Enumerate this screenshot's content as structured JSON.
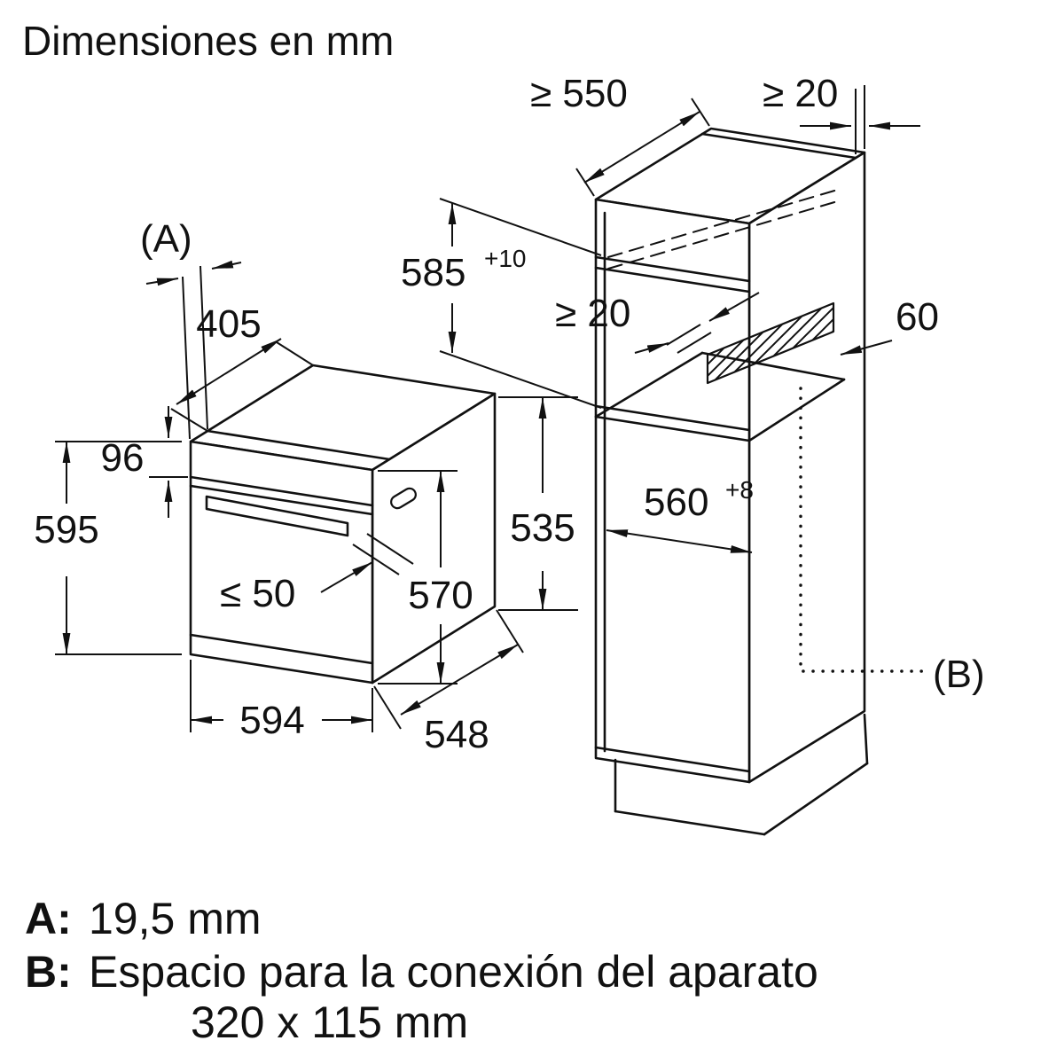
{
  "title": "Dimensiones en mm",
  "oven": {
    "marker_a": "(A)",
    "dims": {
      "top_depth": "405",
      "panel_height": "96",
      "height": "595",
      "handle_gap": "≤ 50",
      "door_height": "570",
      "body_height": "535",
      "width": "594",
      "body_depth": "548"
    }
  },
  "cabinet": {
    "marker_b": "(B)",
    "dims": {
      "min_depth": "≥ 550",
      "rear_gap_top": "≥ 20",
      "niche_height": "585",
      "niche_height_tol": "+10",
      "rear_gap_mid": "≥ 20",
      "vent_depth": "60",
      "niche_width": "560",
      "niche_width_tol": "+8"
    }
  },
  "legend": {
    "a_key": "A:",
    "a_value": "19,5 mm",
    "b_key": "B:",
    "b_value": "Espacio para la conexión del aparato",
    "b_value_line2": "320 x 115 mm"
  }
}
